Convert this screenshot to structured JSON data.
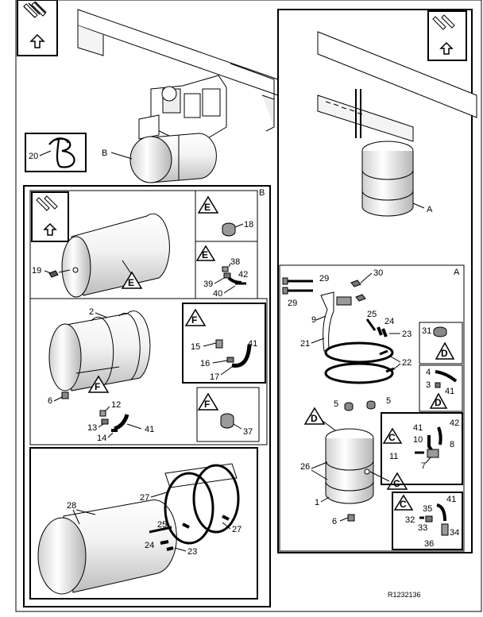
{
  "reference_code": "R1232136",
  "detail_letters": {
    "a": "A",
    "b": "B",
    "c": "C",
    "d": "D",
    "e": "E",
    "f": "F"
  },
  "callout_20": {
    "number": "20",
    "glyph": "ℬ"
  },
  "labels_overview": {
    "b": "B",
    "a": "A"
  },
  "panel_b_letter": "B",
  "panel_a_letter": "A",
  "part_numbers": {
    "p1": "1",
    "p2": "2",
    "p3": "3",
    "p4": "4",
    "p5a": "5",
    "p5b": "5",
    "p6a": "6",
    "p6b": "6",
    "p7": "7",
    "p8": "8",
    "p9": "9",
    "p10": "10",
    "p11": "11",
    "p12": "12",
    "p13": "13",
    "p14": "14",
    "p15": "15",
    "p16": "16",
    "p17": "17",
    "p18": "18",
    "p19": "19",
    "p21": "21",
    "p22": "22",
    "p23a": "23",
    "p23b": "23",
    "p24a": "24",
    "p24b": "24",
    "p25a": "25",
    "p25b": "25",
    "p26": "26",
    "p27a": "27",
    "p27b": "27",
    "p28": "28",
    "p29a": "29",
    "p29b": "29",
    "p30": "30",
    "p31": "31",
    "p32": "32",
    "p33": "33",
    "p34": "34",
    "p35": "35",
    "p36": "36",
    "p37": "37",
    "p38": "38",
    "p39": "39",
    "p40": "40",
    "p41a": "41",
    "p41b": "41",
    "p41c": "41",
    "p41d": "41",
    "p41e": "41",
    "p42a": "42",
    "p42b": "42"
  },
  "colors": {
    "line": "#000000",
    "fill": "#ffffff",
    "shade": "#e6e6e6",
    "dark": "#8c8c8c"
  },
  "icons": [
    "orientation-arrow-icon",
    "warning-triangle-icon"
  ]
}
